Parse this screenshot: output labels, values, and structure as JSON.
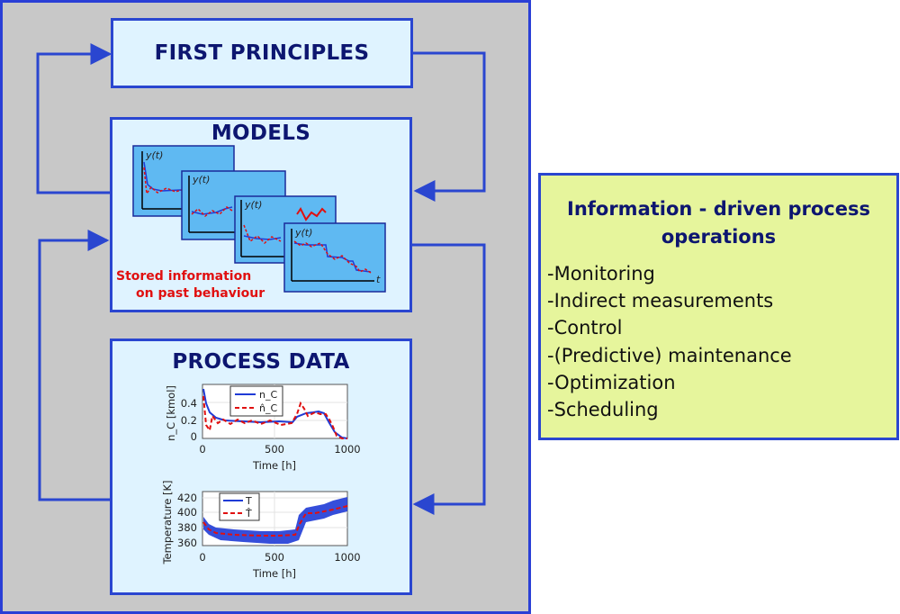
{
  "boxes": {
    "first_principles": "FIRST PRINCIPLES",
    "models": "MODELS",
    "process_data": "PROCESS DATA"
  },
  "models": {
    "stored_line1": "Stored information",
    "stored_line2": "on past behaviour",
    "mini_plot_ylabel": "y(t)",
    "mini_plot_xlabel": "t"
  },
  "process_plots": {
    "top": {
      "ylabel": "n_C [kmol]",
      "xlabel": "Time [h]",
      "yticks": [
        "0.4",
        "0.2",
        "0"
      ],
      "xticks": [
        "0",
        "500",
        "1000"
      ],
      "legend": [
        "n_C",
        "n̂_C"
      ]
    },
    "bottom": {
      "ylabel": "Temperature [K]",
      "xlabel": "Time [h]",
      "yticks": [
        "420",
        "400",
        "380",
        "360"
      ],
      "xticks": [
        "0",
        "500",
        "1000"
      ],
      "legend": [
        "T",
        "T̂"
      ]
    }
  },
  "info": {
    "title_line1": "Information - driven process",
    "title_line2": "operations",
    "items": [
      "-Monitoring",
      "-Indirect measurements",
      "-Control",
      "-(Predictive) maintenance",
      "-Optimization",
      "-Scheduling"
    ]
  },
  "colors": {
    "panel_bg": "#c8c8c8",
    "box_bg": "#dff3ff",
    "box_border": "#2a46d0",
    "info_bg": "#e6f59c",
    "title_text": "#0d1670",
    "series_measured": "#1f3bd6",
    "series_estimated": "#e01010"
  }
}
